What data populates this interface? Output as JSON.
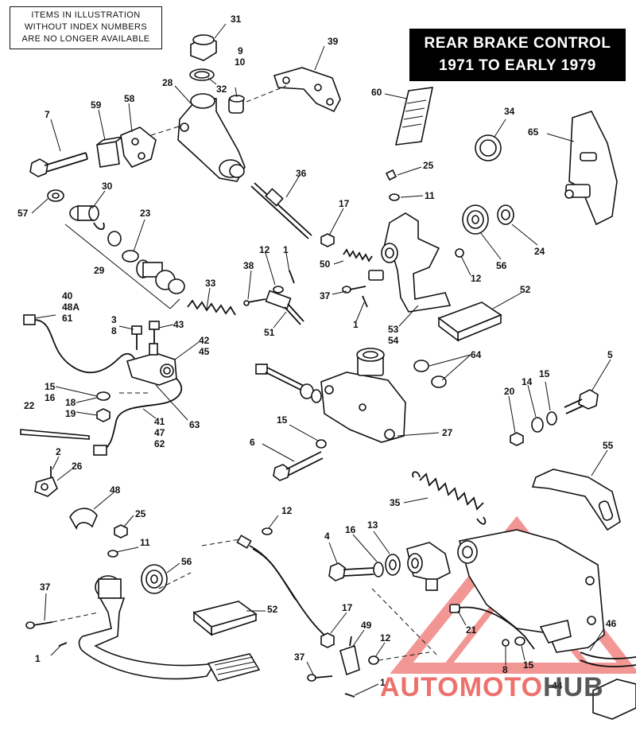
{
  "note": {
    "line1": "ITEMS IN ILLUSTRATION",
    "line2": "WITHOUT INDEX NUMBERS",
    "line3": "ARE NO LONGER AVAILABLE"
  },
  "title": {
    "line1": "REAR BRAKE CONTROL",
    "line2": "1971 TO EARLY 1979"
  },
  "watermark": {
    "part1": "AUTOMOTO",
    "part2": "HUB",
    "color_primary": "#e8423c",
    "color_secondary": "#3b3b3b"
  },
  "callouts": [
    {
      "id": "c31",
      "text": "31"
    },
    {
      "id": "c9",
      "text": "9"
    },
    {
      "id": "c10",
      "text": "10"
    },
    {
      "id": "c39",
      "text": "39"
    },
    {
      "id": "c28",
      "text": "28"
    },
    {
      "id": "c32",
      "text": "32"
    },
    {
      "id": "c60",
      "text": "60"
    },
    {
      "id": "c7",
      "text": "7"
    },
    {
      "id": "c59",
      "text": "59"
    },
    {
      "id": "c58",
      "text": "58"
    },
    {
      "id": "c34",
      "text": "34"
    },
    {
      "id": "c65",
      "text": "65"
    },
    {
      "id": "c25a",
      "text": "25"
    },
    {
      "id": "c36",
      "text": "36"
    },
    {
      "id": "c11a",
      "text": "11"
    },
    {
      "id": "c30",
      "text": "30"
    },
    {
      "id": "c57",
      "text": "57"
    },
    {
      "id": "c17a",
      "text": "17"
    },
    {
      "id": "c23",
      "text": "23"
    },
    {
      "id": "c29",
      "text": "29"
    },
    {
      "id": "c12a",
      "text": "12"
    },
    {
      "id": "c1a",
      "text": "1"
    },
    {
      "id": "c38",
      "text": "38"
    },
    {
      "id": "c50",
      "text": "50"
    },
    {
      "id": "c56a",
      "text": "56"
    },
    {
      "id": "c24",
      "text": "24"
    },
    {
      "id": "c12b",
      "text": "12"
    },
    {
      "id": "c33",
      "text": "33"
    },
    {
      "id": "c37a",
      "text": "37"
    },
    {
      "id": "c1b",
      "text": "1"
    },
    {
      "id": "c52a",
      "text": "52"
    },
    {
      "id": "c40",
      "text": "40"
    },
    {
      "id": "c48a",
      "text": "48A"
    },
    {
      "id": "c61",
      "text": "61"
    },
    {
      "id": "c3",
      "text": "3"
    },
    {
      "id": "c8a",
      "text": "8"
    },
    {
      "id": "c43",
      "text": "43"
    },
    {
      "id": "c51",
      "text": "51"
    },
    {
      "id": "c53",
      "text": "53"
    },
    {
      "id": "c54",
      "text": "54"
    },
    {
      "id": "c42",
      "text": "42"
    },
    {
      "id": "c45",
      "text": "45"
    },
    {
      "id": "c64",
      "text": "64"
    },
    {
      "id": "c5",
      "text": "5"
    },
    {
      "id": "c15a",
      "text": "15"
    },
    {
      "id": "c16a",
      "text": "16"
    },
    {
      "id": "c18",
      "text": "18"
    },
    {
      "id": "c19",
      "text": "19"
    },
    {
      "id": "c14",
      "text": "14"
    },
    {
      "id": "c15b",
      "text": "15"
    },
    {
      "id": "c20",
      "text": "20"
    },
    {
      "id": "c63",
      "text": "63"
    },
    {
      "id": "c22",
      "text": "22"
    },
    {
      "id": "c41",
      "text": "41"
    },
    {
      "id": "c47",
      "text": "47"
    },
    {
      "id": "c62",
      "text": "62"
    },
    {
      "id": "c15c",
      "text": "15"
    },
    {
      "id": "c27",
      "text": "27"
    },
    {
      "id": "c6",
      "text": "6"
    },
    {
      "id": "c2",
      "text": "2"
    },
    {
      "id": "c26",
      "text": "26"
    },
    {
      "id": "c55",
      "text": "55"
    },
    {
      "id": "c35",
      "text": "35"
    },
    {
      "id": "c48",
      "text": "48"
    },
    {
      "id": "c25b",
      "text": "25"
    },
    {
      "id": "c12c",
      "text": "12"
    },
    {
      "id": "c4",
      "text": "4"
    },
    {
      "id": "c16b",
      "text": "16"
    },
    {
      "id": "c13",
      "text": "13"
    },
    {
      "id": "c11b",
      "text": "11"
    },
    {
      "id": "c56b",
      "text": "56"
    },
    {
      "id": "c37b",
      "text": "37"
    },
    {
      "id": "c52b",
      "text": "52"
    },
    {
      "id": "c17b",
      "text": "17"
    },
    {
      "id": "c49",
      "text": "49"
    },
    {
      "id": "c12d",
      "text": "12"
    },
    {
      "id": "c21",
      "text": "21"
    },
    {
      "id": "c1c",
      "text": "1"
    },
    {
      "id": "c46",
      "text": "46"
    },
    {
      "id": "c8b",
      "text": "8"
    },
    {
      "id": "c15d",
      "text": "15"
    },
    {
      "id": "c37c",
      "text": "37"
    },
    {
      "id": "c1d",
      "text": "1"
    },
    {
      "id": "c44",
      "text": "44"
    }
  ]
}
